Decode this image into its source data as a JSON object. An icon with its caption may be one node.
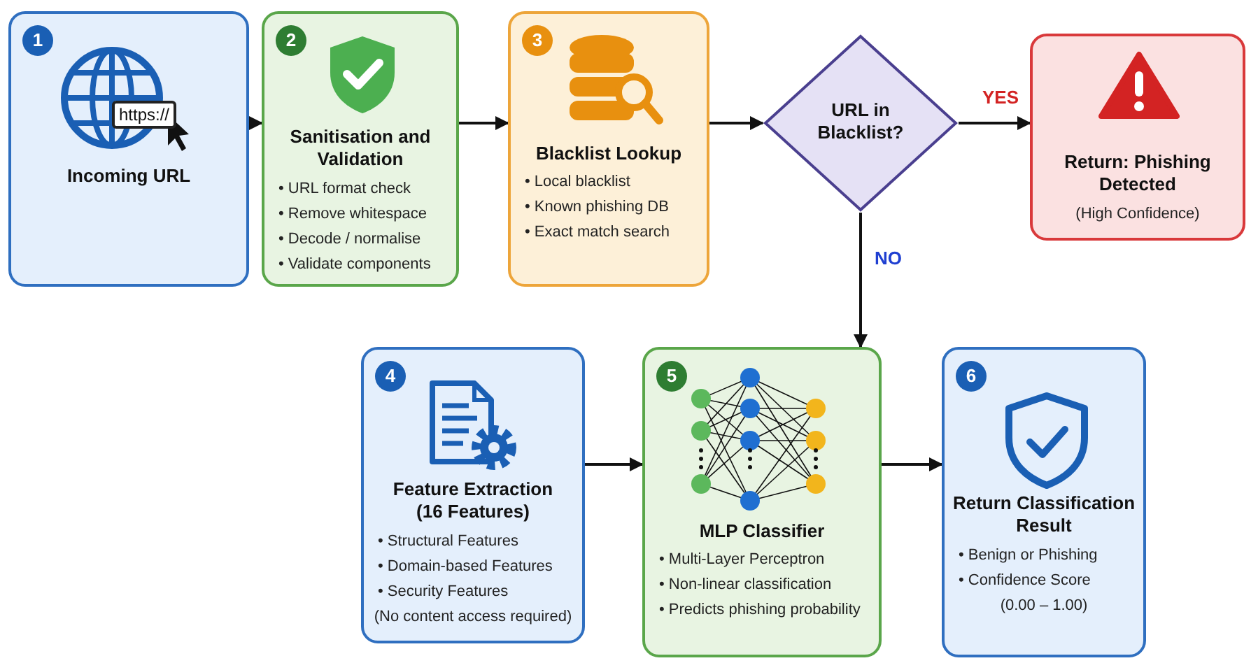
{
  "diagram": {
    "nodes": [
      {
        "text": [
          "1",
          "https://",
          "Incoming URL"
        ]
      },
      {
        "text": [
          "2",
          "Sanitisation and Validation",
          "• URL format check",
          "• Remove whitespace",
          "• Decode / normalise",
          "• Validate components"
        ]
      },
      {
        "text": [
          "3",
          "Blacklist Lookup",
          "• Local blacklist",
          "• Known phishing DB",
          "• Exact match search"
        ]
      },
      {
        "text": [
          "URL in Blacklist?"
        ]
      },
      {
        "text": [
          "Return: Phishing Detected",
          "(High Confidence)"
        ]
      },
      {
        "text": [
          "4",
          "Feature Extraction (16 Features)",
          "• Structural Features",
          "• Domain-based Features",
          "• Security Features",
          "(No content access required)"
        ]
      },
      {
        "text": [
          "5",
          "MLP Classifier",
          "• Multi-Layer Perceptron",
          "• Non-linear classification",
          "• Predicts phishing probability"
        ]
      },
      {
        "text": [
          "6",
          "Return Classification Result",
          "• Benign or Phishing",
          "• Confidence Score",
          "(0.00 – 1.00)"
        ]
      }
    ],
    "edges": [
      {
        "from": 0,
        "to": 1,
        "arrow": "to"
      },
      {
        "from": 1,
        "to": 2,
        "arrow": "to"
      },
      {
        "from": 2,
        "to": 3,
        "arrow": "to"
      },
      {
        "from": 3,
        "to": 4,
        "arrow": "to",
        "label": "YES"
      },
      {
        "from": 3,
        "to": 6,
        "arrow": "to",
        "label": "NO"
      },
      {
        "from": 5,
        "to": 6,
        "arrow": "to"
      },
      {
        "from": 6,
        "to": 7,
        "arrow": "to"
      }
    ]
  }
}
